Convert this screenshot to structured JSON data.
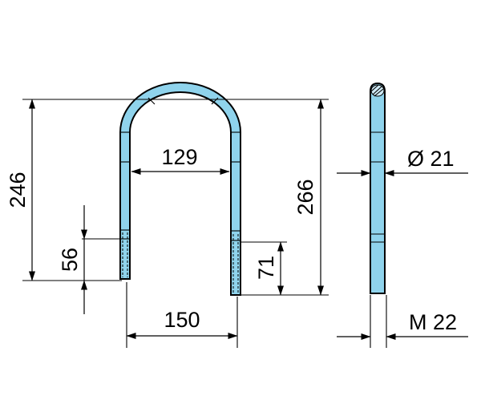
{
  "colors": {
    "part_fill": "#8fd3ec",
    "line": "#000000",
    "background": "#ffffff"
  },
  "dimensions": {
    "overall_height": "246",
    "inner_width": "129",
    "thread_length_left": "56",
    "height_to_bend": "266",
    "thread_length_right": "71",
    "center_distance": "150",
    "rod_diameter": "Ø 21",
    "thread_size": "M 22"
  }
}
